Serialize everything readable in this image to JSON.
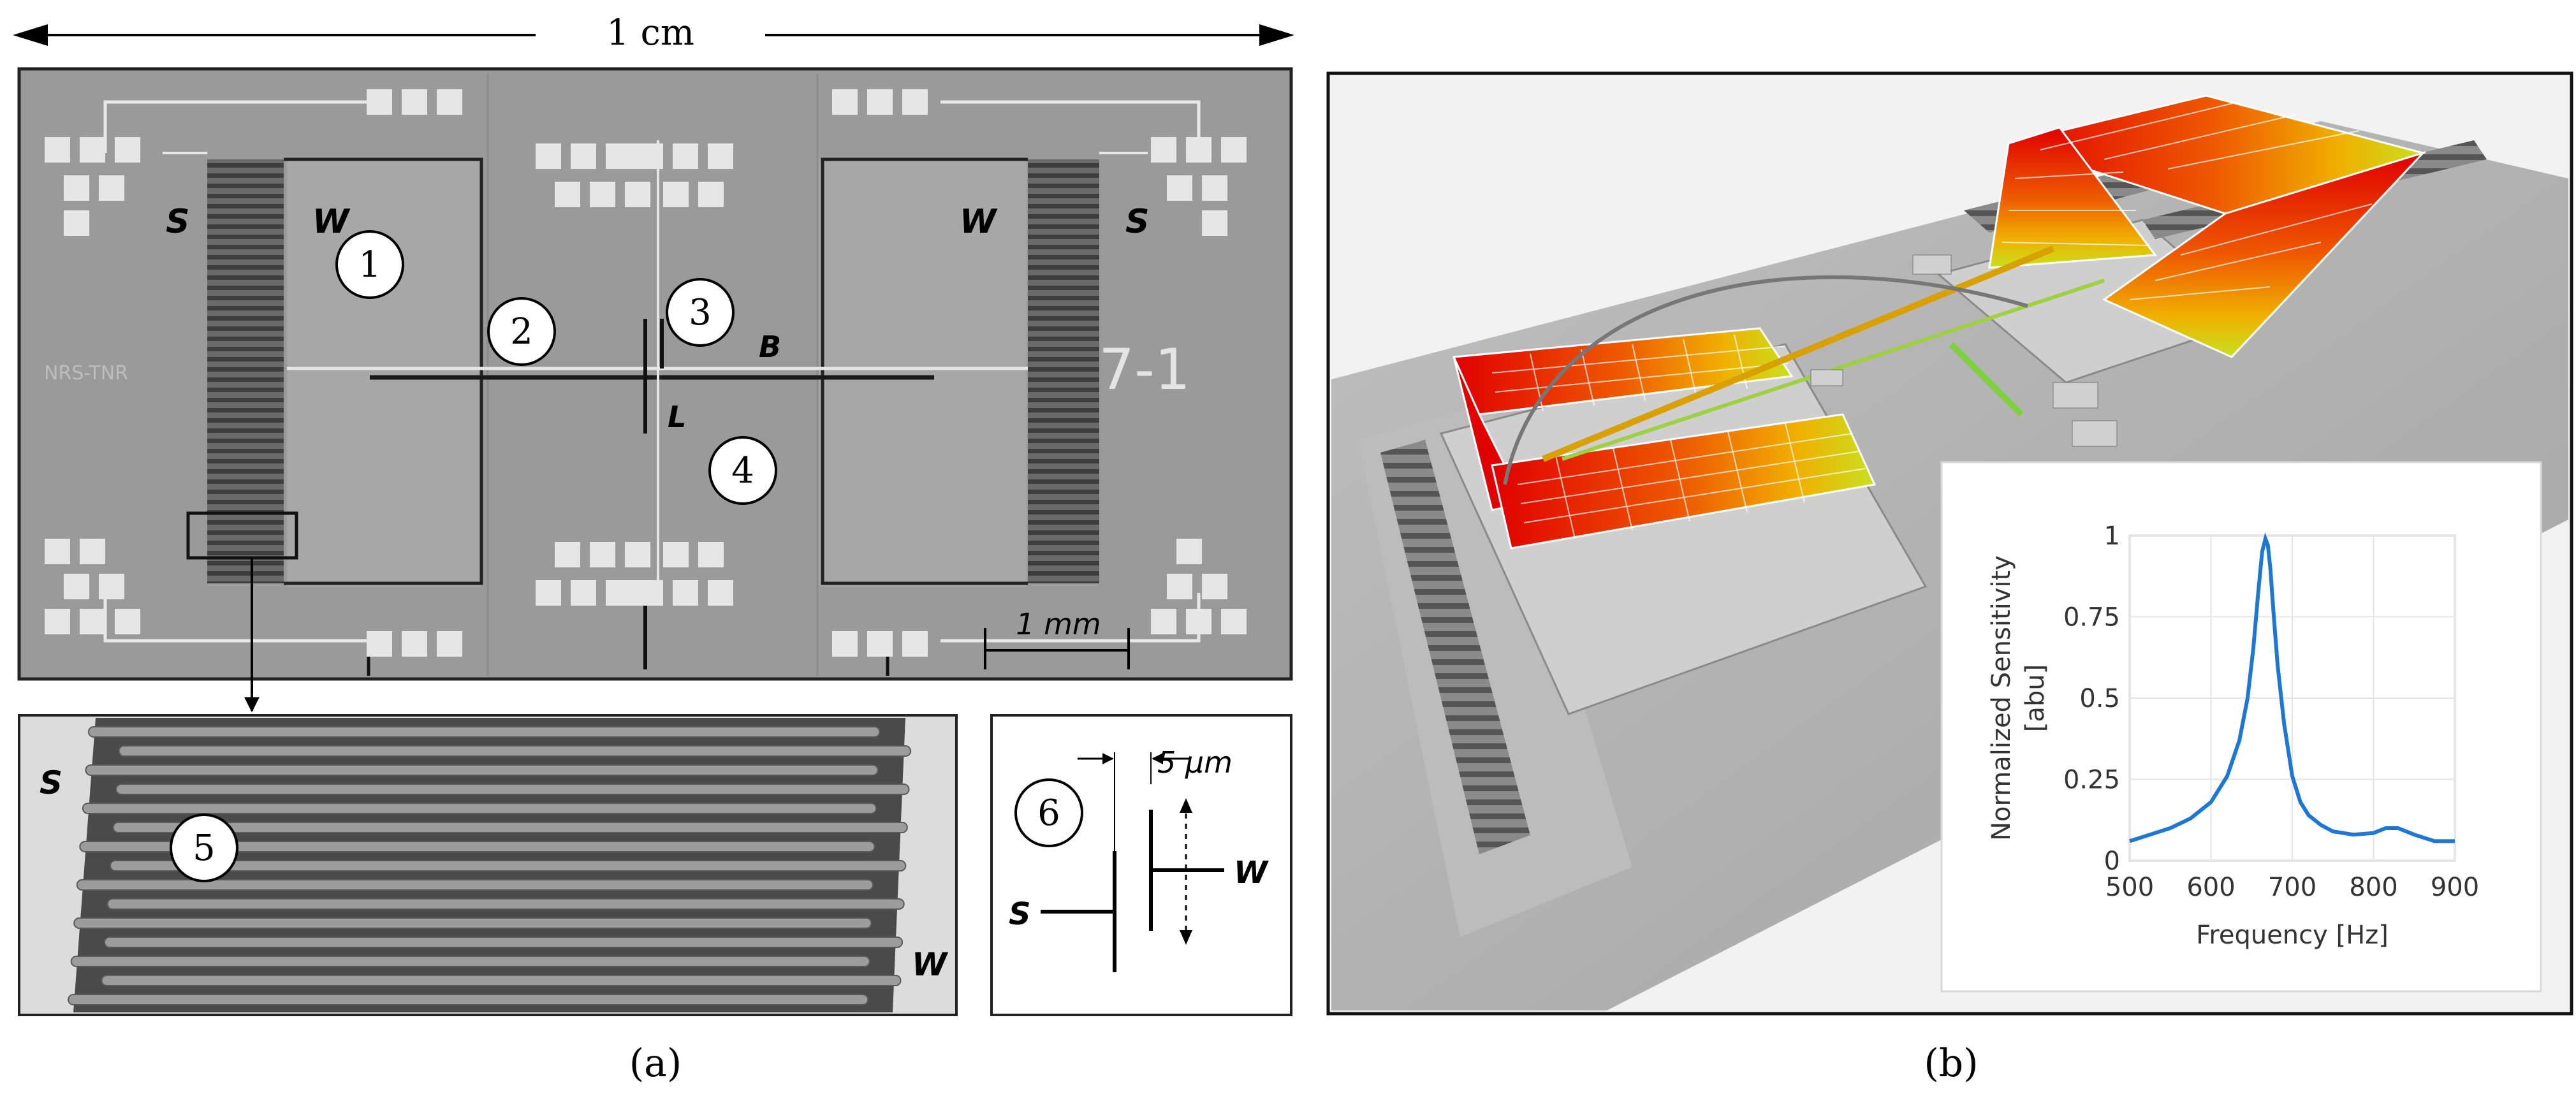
{
  "scale_bar": {
    "label": "1 cm"
  },
  "panel_a": {
    "caption": "(a)",
    "chip": {
      "markers": [
        "1",
        "2",
        "3",
        "4"
      ],
      "labels": {
        "s_left": "S",
        "w_left": "W",
        "w_right": "W",
        "s_right": "S",
        "b": "B",
        "l": "L"
      },
      "id_text": "7-1",
      "side_text": "NRS-TNR",
      "scale_label": "1 mm"
    },
    "zoom": {
      "marker": "5",
      "s_label": "S",
      "w_label": "W"
    },
    "inset": {
      "marker": "6",
      "gap_label": "5 µm",
      "s_label": "S",
      "w_label": "W"
    }
  },
  "panel_b": {
    "caption": "(b)",
    "chart_data": {
      "type": "line",
      "xlabel": "Frequency [Hz]",
      "ylabel_line1": "Normalized Sensitivity",
      "ylabel_line2": "[abu]",
      "xlim": [
        500,
        900
      ],
      "ylim": [
        0,
        1
      ],
      "xticks": [
        500,
        600,
        700,
        800,
        900
      ],
      "yticks": [
        0,
        0.25,
        0.5,
        0.75,
        1
      ],
      "ytick_labels": [
        "0",
        "0.25",
        "0.5",
        "0.75",
        "1"
      ],
      "grid": true,
      "series": [
        {
          "color": "#1f77d4",
          "x": [
            500,
            525,
            550,
            575,
            600,
            620,
            635,
            645,
            652,
            658,
            663,
            667,
            670,
            673,
            677,
            682,
            690,
            700,
            710,
            720,
            735,
            750,
            775,
            800,
            815,
            830,
            850,
            875,
            900
          ],
          "y": [
            0.06,
            0.08,
            0.1,
            0.13,
            0.18,
            0.26,
            0.37,
            0.5,
            0.65,
            0.82,
            0.95,
            0.99,
            0.97,
            0.9,
            0.76,
            0.6,
            0.42,
            0.26,
            0.18,
            0.14,
            0.11,
            0.09,
            0.08,
            0.085,
            0.1,
            0.1,
            0.08,
            0.06,
            0.06
          ]
        }
      ]
    }
  }
}
